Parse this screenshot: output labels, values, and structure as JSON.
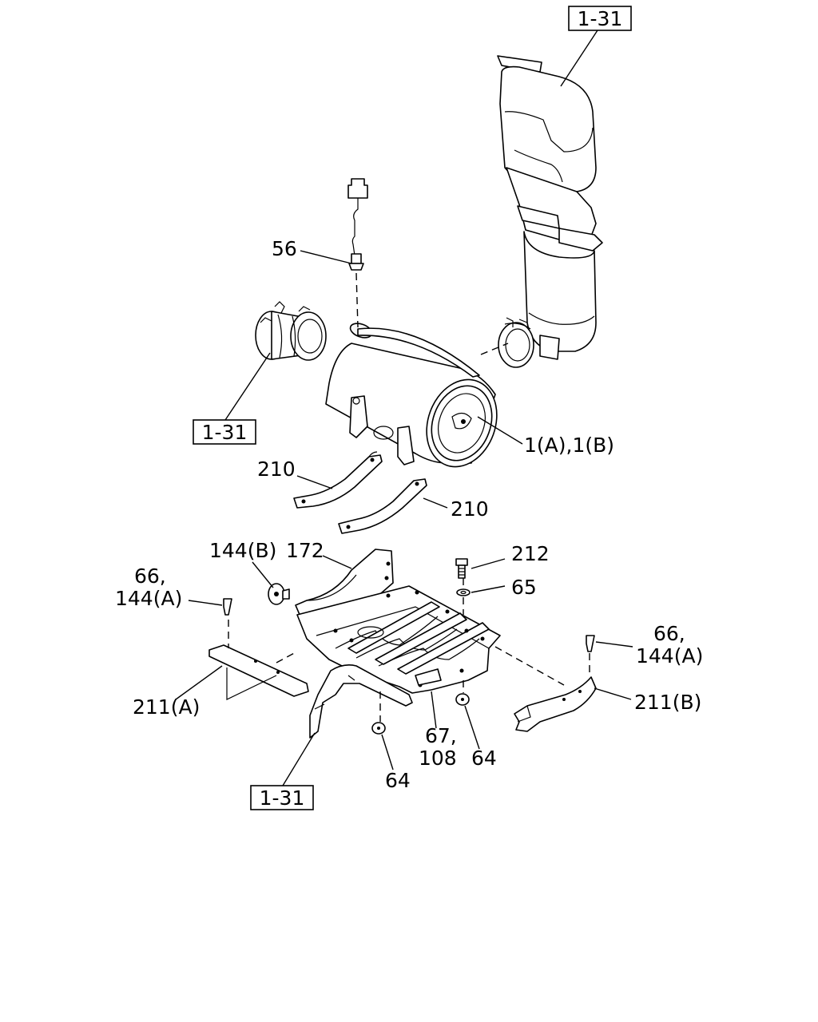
{
  "ref_boxes": {
    "top": "1-31",
    "left": "1-31",
    "bottom": "1-31"
  },
  "labels": {
    "p56": "56",
    "p1": "1(A),1(B)",
    "p210_top": "210",
    "p210_bottom": "210",
    "p144b": "144(B)",
    "p172": "172",
    "p212": "212",
    "p65": "65",
    "p66_left_a": "66,",
    "p66_left_b": "144(A)",
    "p66_right_a": "66,",
    "p66_right_b": "144(A)",
    "p211a": "211(A)",
    "p211b": "211(B)",
    "p67_a": "67,",
    "p67_b": "108",
    "p64_right": "64",
    "p64_bottom": "64"
  }
}
